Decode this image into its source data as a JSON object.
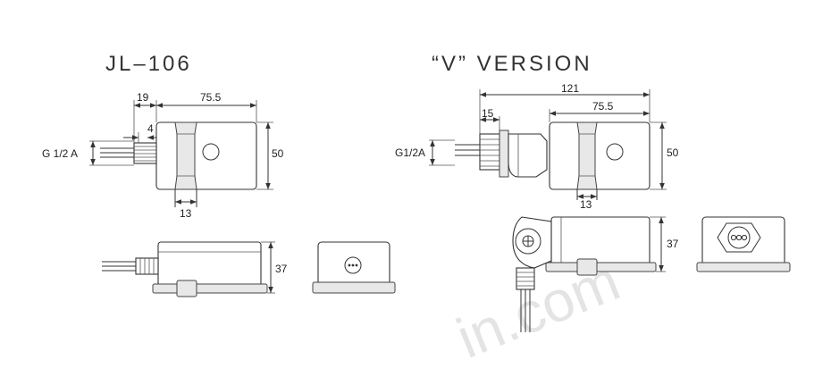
{
  "titles": {
    "left": "JL–106",
    "right": "“V” VERSION"
  },
  "left_view": {
    "dim_19": "19",
    "dim_75_5": "75.5",
    "dim_4": "4",
    "dim_50": "50",
    "dim_13": "13",
    "thread": "G 1/2 A",
    "dim_37": "37"
  },
  "right_view": {
    "dim_121": "121",
    "dim_15": "15",
    "dim_75_5": "75.5",
    "dim_50": "50",
    "dim_13": "13",
    "thread": "G1/2A",
    "dim_37": "37"
  },
  "watermark": "in.com"
}
